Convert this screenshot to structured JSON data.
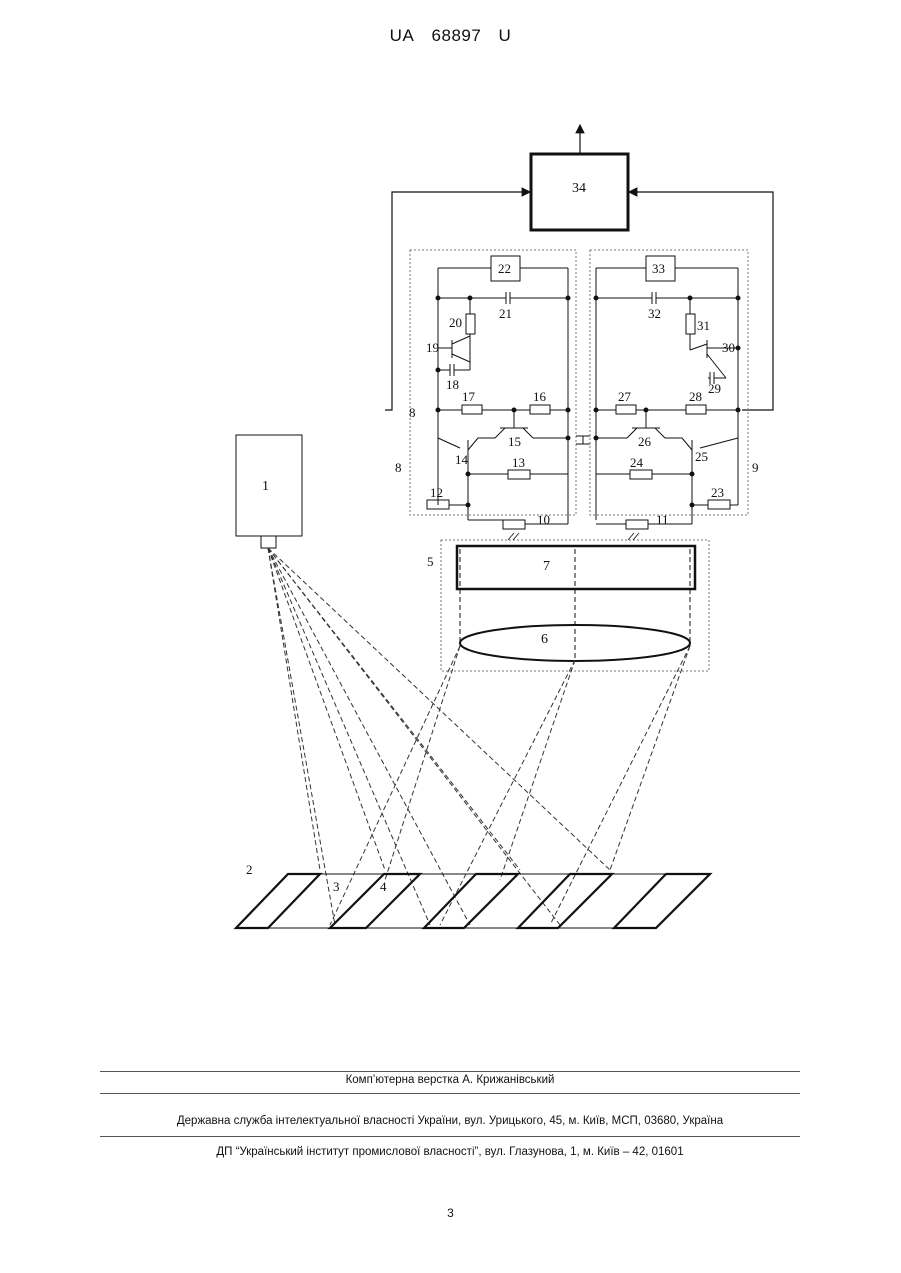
{
  "header": {
    "doc_country": "UA",
    "doc_number": "68897",
    "doc_kind": "U"
  },
  "figure": {
    "labels": {
      "n1": "1",
      "n2": "2",
      "n3": "3",
      "n4": "4",
      "n5": "5",
      "n6": "6",
      "n7": "7",
      "n8a": "8",
      "n8b": "8",
      "n9": "9",
      "n10": "10",
      "n11": "11",
      "n12": "12",
      "n13": "13",
      "n14": "14",
      "n15": "15",
      "n16": "16",
      "n17": "17",
      "n18": "18",
      "n19": "19",
      "n20": "20",
      "n21": "21",
      "n22": "22",
      "n23": "23",
      "n24": "24",
      "n25": "25",
      "n26": "26",
      "n27": "27",
      "n28": "28",
      "n29": "29",
      "n30": "30",
      "n31": "31",
      "n32": "32",
      "n33": "33",
      "n34": "34"
    }
  },
  "footer": {
    "layout_credit": "Комп’ютерна верстка А. Крижанівський",
    "publisher": "Державна служба інтелектуальної власності України, вул. Урицького, 45, м. Київ, МСП, 03680, Україна",
    "institute": "ДП “Український інститут промислової власності”, вул. Глазунова, 1, м. Київ – 42, 01601"
  },
  "page_number": "3"
}
